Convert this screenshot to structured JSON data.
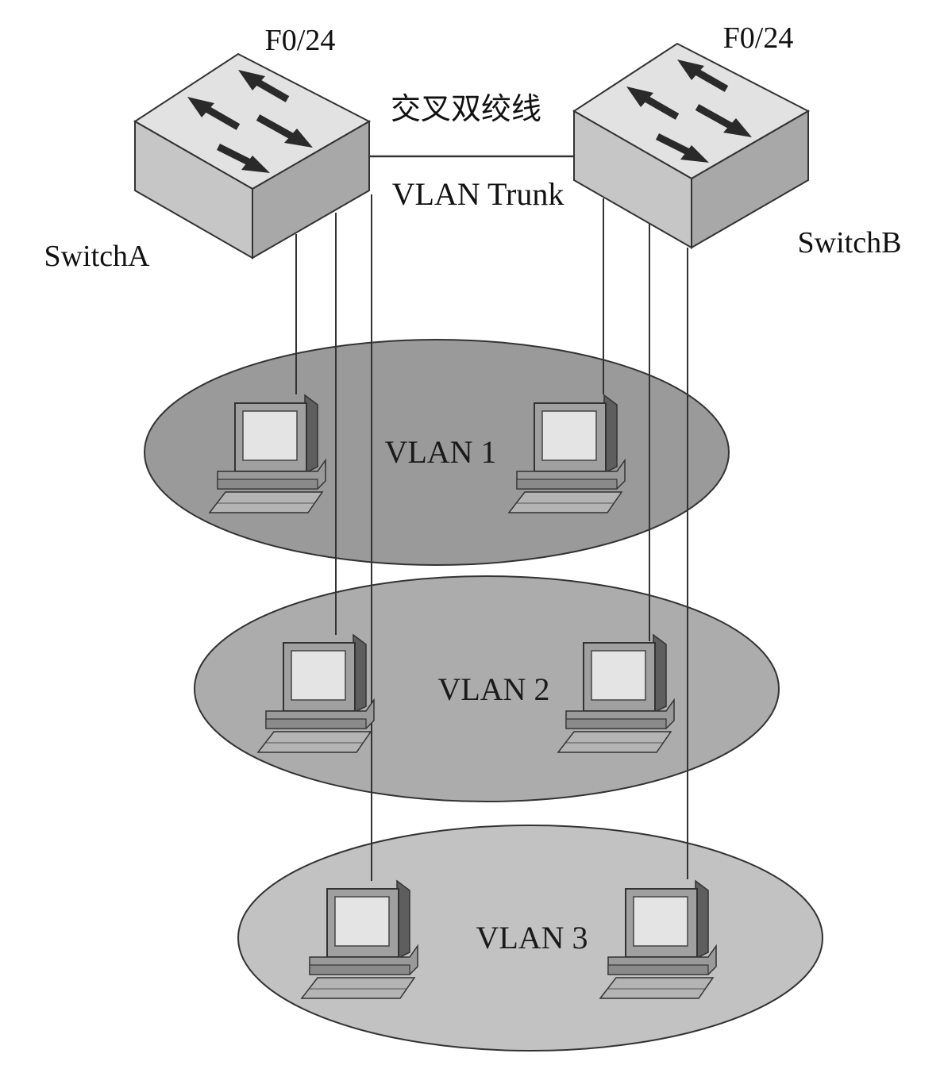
{
  "switches": {
    "a": {
      "name": "SwitchA",
      "port": "F0/24"
    },
    "b": {
      "name": "SwitchB",
      "port": "F0/24"
    }
  },
  "link": {
    "cable": "交叉双绞线",
    "mode": "VLAN Trunk"
  },
  "vlans": [
    {
      "label": "VLAN 1",
      "fill": "#9a9a9a"
    },
    {
      "label": "VLAN 2",
      "fill": "#acacac"
    },
    {
      "label": "VLAN 3",
      "fill": "#c2c2c2"
    }
  ],
  "colors": {
    "switch_top": "#e2e2e2",
    "switch_front": "#c6c6c6",
    "switch_side": "#a8a8a8",
    "arrow": "#2a2a2a",
    "line": "#333333",
    "monitor_body": "#a0a0a0",
    "monitor_screen": "#e4e4e4",
    "monitor_side": "#5e5e5e"
  },
  "icons": [
    "switch-icon",
    "computer-icon"
  ]
}
